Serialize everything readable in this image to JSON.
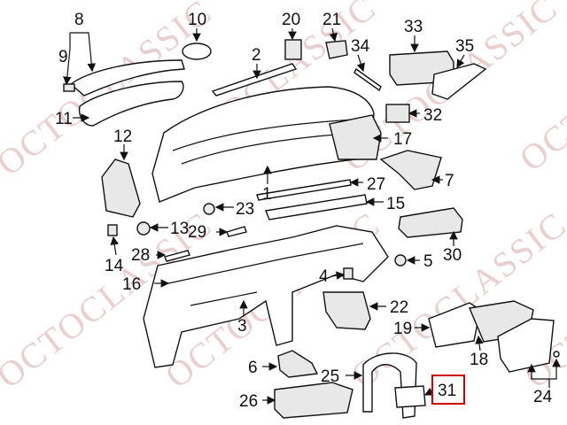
{
  "watermark": "OCTOCLASSIC",
  "highlight_color": "#cc0000",
  "callouts": {
    "c1": "1",
    "c2": "2",
    "c3": "3",
    "c4": "4",
    "c5": "5",
    "c6": "6",
    "c7": "7",
    "c8": "8",
    "c9": "9",
    "c10": "10",
    "c11": "11",
    "c12": "12",
    "c13": "13",
    "c14": "14",
    "c15": "15",
    "c16": "16",
    "c17": "17",
    "c18": "18",
    "c19": "19",
    "c20": "20",
    "c21": "21",
    "c22": "22",
    "c23": "23",
    "c24": "24",
    "c25": "25",
    "c26": "26",
    "c27": "27",
    "c28": "28",
    "c29": "29",
    "c30": "30",
    "c31": "31",
    "c32": "32",
    "c33": "33",
    "c34": "34",
    "c35": "35"
  },
  "highlighted_callout": "31"
}
